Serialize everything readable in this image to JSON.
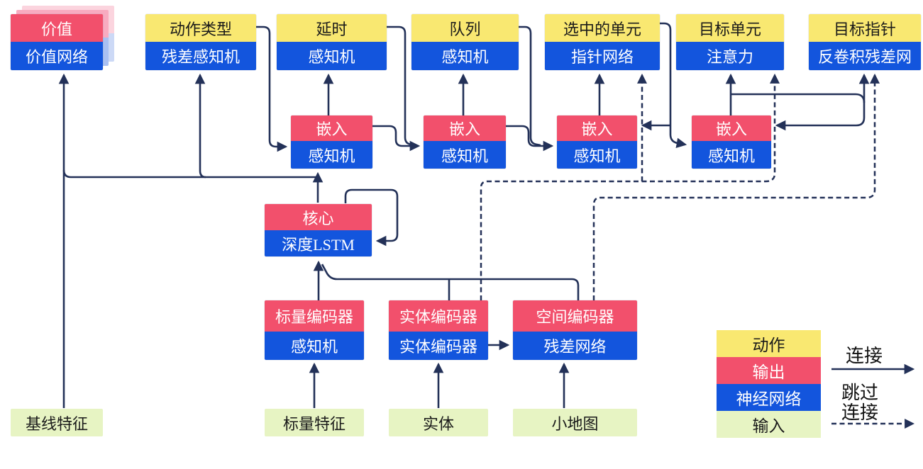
{
  "diagram": {
    "heads": [
      {
        "top": "价值",
        "bottom": "价值网络"
      },
      {
        "top": "动作类型",
        "bottom": "残差感知机"
      },
      {
        "top": "延时",
        "bottom": "感知机"
      },
      {
        "top": "队列",
        "bottom": "感知机"
      },
      {
        "top": "选中的单元",
        "bottom": "指针网络"
      },
      {
        "top": "目标单元",
        "bottom": "注意力"
      },
      {
        "top": "目标指针",
        "bottom": "反卷积残差网"
      }
    ],
    "embeddings": [
      {
        "top": "嵌入",
        "bottom": "感知机"
      },
      {
        "top": "嵌入",
        "bottom": "感知机"
      },
      {
        "top": "嵌入",
        "bottom": "感知机"
      },
      {
        "top": "嵌入",
        "bottom": "感知机"
      }
    ],
    "core": {
      "top": "核心",
      "bottom": "深度LSTM"
    },
    "encoders": [
      {
        "top": "标量编码器",
        "bottom": "感知机"
      },
      {
        "top": "实体编码器",
        "bottom": "实体编码器"
      },
      {
        "top": "空间编码器",
        "bottom": "残差网络"
      }
    ],
    "inputs": [
      "基线特征",
      "标量特征",
      "实体",
      "小地图"
    ],
    "legend": {
      "swatches": [
        {
          "label": "动作"
        },
        {
          "label": "输出"
        },
        {
          "label": "神经网络"
        },
        {
          "label": "输入"
        }
      ],
      "connection_label": "连接",
      "skip_label_line1": "跳过",
      "skip_label_line2": "连接"
    },
    "colors": {
      "action": "#f9e871",
      "output": "#f2506c",
      "network": "#1355dd",
      "input": "#e7f4c3",
      "line": "#233158"
    }
  }
}
